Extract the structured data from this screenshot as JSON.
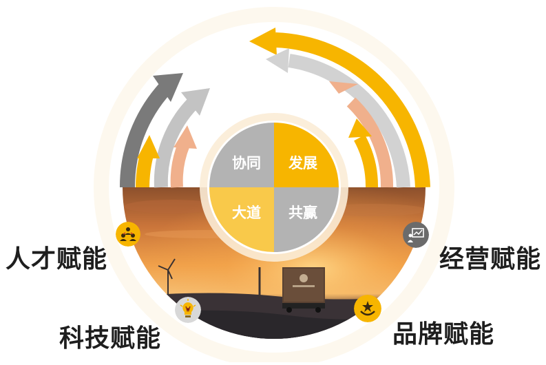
{
  "center": {
    "q_tl": "协同",
    "q_tr": "发展",
    "q_bl": "大道",
    "q_br": "共赢"
  },
  "labels": {
    "talent": "人才赋能",
    "operation": "经营赋能",
    "technology": "科技赋能",
    "brand": "品牌赋能"
  },
  "icons": {
    "talent": "team-icon",
    "operation": "presentation-chart-icon",
    "technology": "lightbulb-icon",
    "brand": "smiley-star-icon"
  },
  "colors": {
    "yellow": "#f7b500",
    "light_yellow": "#f9c94a",
    "gray": "#b3b3b3",
    "dark_gray": "#6e6e6e",
    "peach": "#f0b08c",
    "light_gray": "#d2d2d2",
    "halo": "#fcf6ea"
  }
}
